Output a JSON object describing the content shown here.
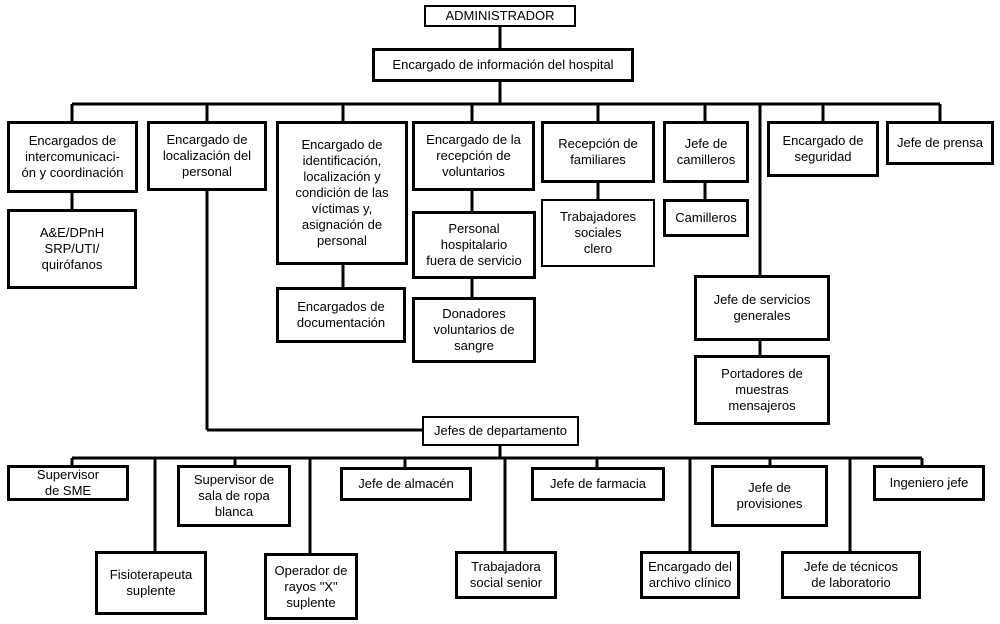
{
  "org_chart": {
    "admin": "ADMINISTRADOR",
    "info_head": "Encargado de información del hospital",
    "level2": {
      "intercom": "Encargados de\nintercomunicaci-\nón y coordinación",
      "localizacion": "Encargado de\nlocalización del\npersonal",
      "identificacion": "Encargado de\nidentificación,\nlocalización y\ncondición de las\nvíctimas y,\nasignación de\npersonal",
      "voluntarios": "Encargado de la\nrecepción de\nvoluntarios",
      "familiares": "Recepción de\nfamiliares",
      "camilleros_jefe": "Jefe de\ncamilleros",
      "seguridad": "Encargado de\nseguridad",
      "prensa": "Jefe de prensa"
    },
    "level3": {
      "ae": "A&E/DPnH\nSRP/UTI/\nquirófanos",
      "documentacion": "Encargados de\ndocumentación",
      "personal_fuera": "Personal\nhospitalario\nfuera de servicio",
      "donadores": "Donadores\nvoluntarios de\nsangre",
      "trabajadores": "Trabajadores\nsociales\nclero",
      "camilleros": "Camilleros",
      "servicios_generales": "Jefe de servicios\ngenerales",
      "portadores": "Portadores de\nmuestras\nmensajeros"
    },
    "jefes_departamento": "Jefes de departamento",
    "departments": {
      "sme": "Supervisor\nde SME",
      "ropa": "Supervisor de\nsala de ropa\nblanca",
      "almacen": "Jefe de almacén",
      "farmacia": "Jefe de farmacia",
      "provisiones": "Jefe de\nprovisiones",
      "ingeniero": "Ingeniero jefe",
      "fisioterapeuta": "Fisioterapeuta\nsuplente",
      "rayos": "Operador de\nrayos \"X\"\nsuplente",
      "trabajadora": "Trabajadora\nsocial senior",
      "archivo": "Encargado del\narchivo clínico",
      "laboratorio": "Jefe de técnicos\nde laboratorio"
    }
  }
}
